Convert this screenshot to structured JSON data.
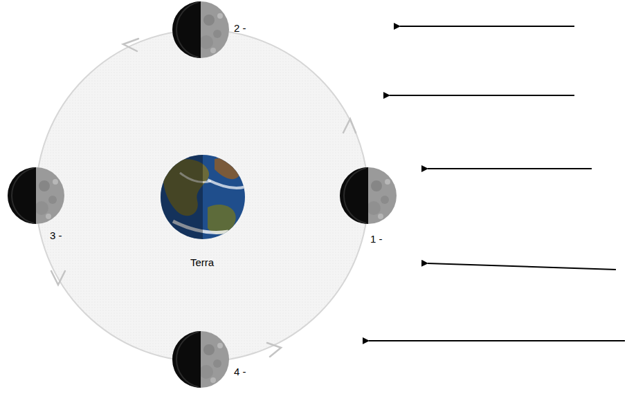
{
  "diagram": {
    "labels": [
      "2 -",
      "3 -",
      "1 -",
      "Terra",
      "4 -"
    ]
  }
}
